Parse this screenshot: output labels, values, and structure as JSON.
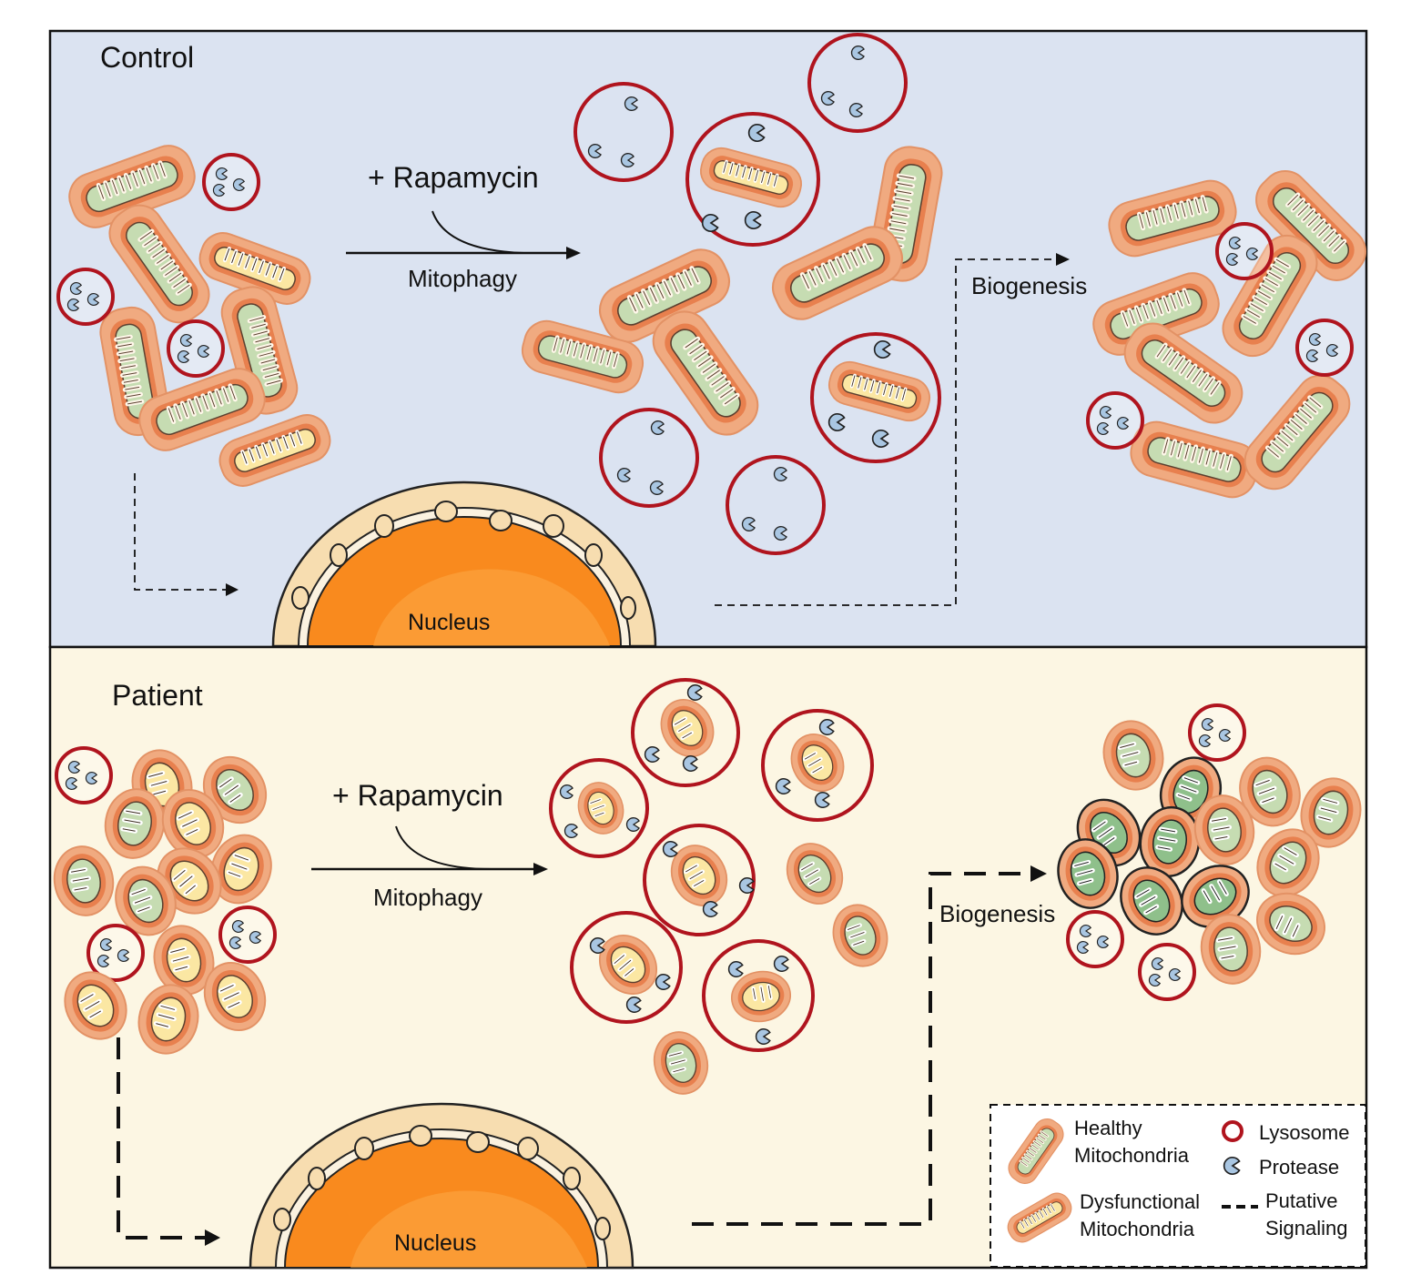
{
  "colors": {
    "control_bg": "#dbe3f1",
    "patient_bg": "#fcf6e3",
    "lysosome": "#b0141e",
    "protease": "#a9c6e2",
    "mito_outer": "#f0aa80",
    "mito_inner": "#e8804e",
    "mito_green": "#c6dcb2",
    "mito_yellow": "#fbe7a3",
    "nucleus": "#f98a1e",
    "nuclear_envelope": "#f7ddb0"
  },
  "control": {
    "title": "Control",
    "treatment": "+ Rapamycin",
    "process": "Mitophagy",
    "biogenesis": "Biogenesis",
    "nucleus": "Nucleus"
  },
  "patient": {
    "title": "Patient",
    "treatment": "+ Rapamycin",
    "process": "Mitophagy",
    "biogenesis": "Biogenesis",
    "nucleus": "Nucleus"
  },
  "legend": {
    "healthy_1": "Healthy",
    "healthy_2": "Mitochondria",
    "dysfunctional_1": "Dysfunctional",
    "dysfunctional_2": "Mitochondria",
    "lysosome": "Lysosome",
    "protease": "Protease",
    "signaling_1": "Putative",
    "signaling_2": "Signaling"
  }
}
